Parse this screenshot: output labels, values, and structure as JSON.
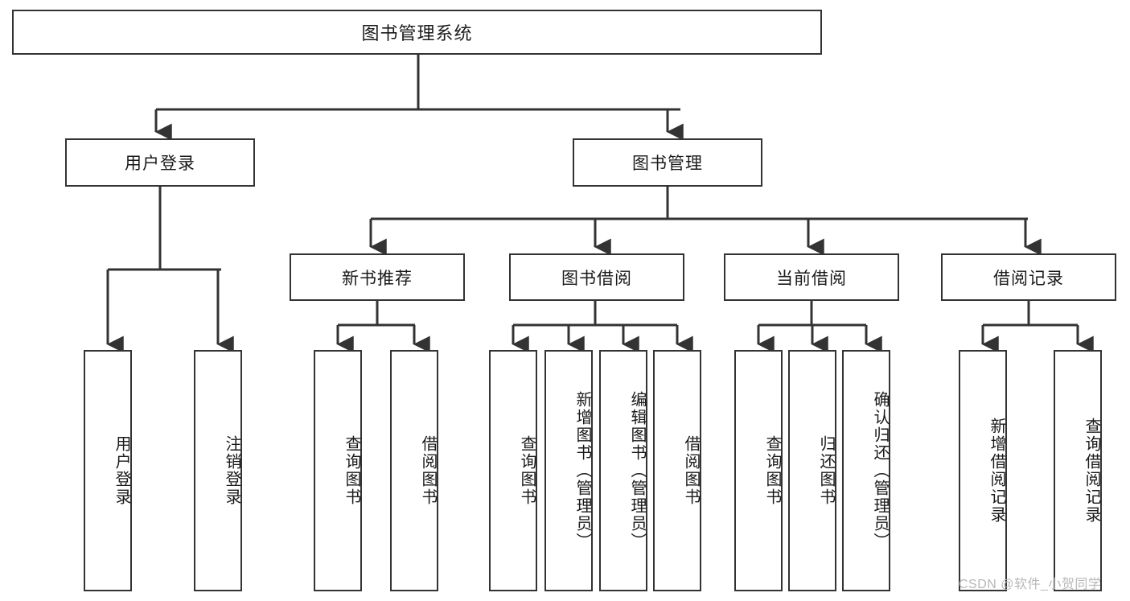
{
  "diagram": {
    "title": "图书管理系统",
    "type": "tree-hierarchy-diagram",
    "colors": {
      "box_border": "#333333",
      "box_fill": "#ffffff",
      "line": "#333333",
      "background": "#ffffff",
      "watermark": "#b8b8b8"
    },
    "root": {
      "label": "图书管理系统"
    },
    "level2": [
      {
        "label": "用户登录"
      },
      {
        "label": "图书管理"
      }
    ],
    "level3": [
      {
        "label": "新书推荐"
      },
      {
        "label": "图书借阅"
      },
      {
        "label": "当前借阅"
      },
      {
        "label": "借阅记录"
      }
    ],
    "leaves": {
      "user_login": [
        {
          "label": "用户登录"
        },
        {
          "label": "注销登录"
        }
      ],
      "new_book_recommend": [
        {
          "label": "查询图书"
        },
        {
          "label": "借阅图书"
        }
      ],
      "book_borrow": [
        {
          "label": "查询图书"
        },
        {
          "label": "新增图书（管理员）"
        },
        {
          "label": "编辑图书（管理员）"
        },
        {
          "label": "借阅图书"
        }
      ],
      "current_borrow": [
        {
          "label": "查询图书"
        },
        {
          "label": "归还图书"
        },
        {
          "label": "确认归还（管理员）"
        }
      ],
      "borrow_record": [
        {
          "label": "新增借阅记录"
        },
        {
          "label": "查询借阅记录"
        }
      ]
    }
  },
  "watermark": {
    "text": "CSDN @软件_小贺同学"
  }
}
